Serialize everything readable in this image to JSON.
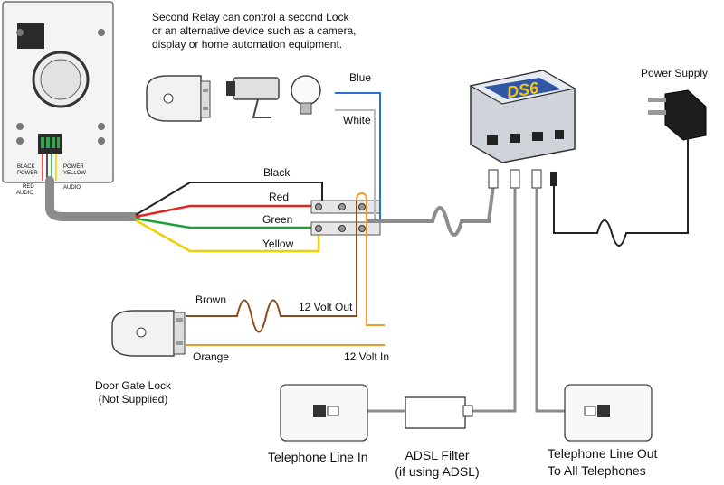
{
  "note_lines": [
    "Second Relay can control a second Lock",
    "or an alternative device such as a camera,",
    "display or home automation equipment."
  ],
  "wires": {
    "blue": "Blue",
    "white": "White",
    "black": "Black",
    "red": "Red",
    "green": "Green",
    "yellow": "Yellow",
    "brown": "Brown",
    "orange": "Orange",
    "twelve_volt_out": "12 Volt Out",
    "twelve_volt_in": "12 Volt In"
  },
  "panel_labels": {
    "black": "BLACK",
    "power": "POWER",
    "power2": "POWER",
    "yellow": "YELLOW",
    "red": "RED",
    "audio": "AUDIO",
    "audio2": "AUDIO"
  },
  "device": {
    "logo": "DS6"
  },
  "power_supply": "Power Supply",
  "door_lock": [
    "Door Gate Lock",
    "(Not Supplied)"
  ],
  "telephone_in": "Telephone Line In",
  "adsl": [
    "ADSL Filter",
    "(if using ADSL)"
  ],
  "telephone_out": [
    "Telephone Line Out",
    "To All Telephones"
  ],
  "colors": {
    "black": "#222222",
    "red": "#e0261e",
    "green": "#1e9e3a",
    "yellow": "#f0d000",
    "blue": "#2a6fd6",
    "orange": "#f39a2a",
    "brown": "#8a4a1c",
    "cable_grey": "#8c8c8c"
  }
}
